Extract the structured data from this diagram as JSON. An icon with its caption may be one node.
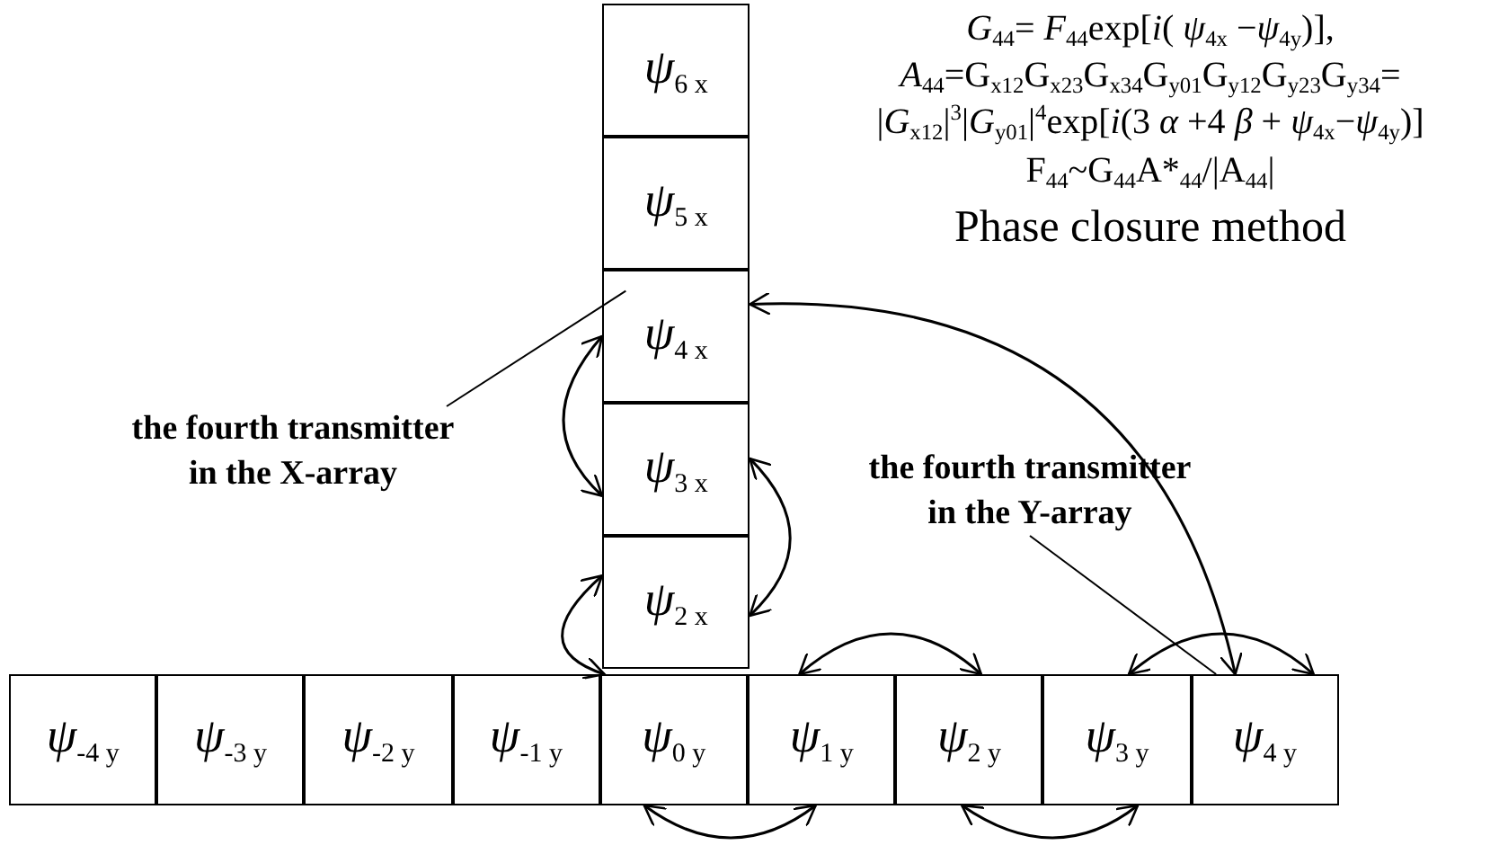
{
  "diagram": {
    "nodes": [
      {
        "text": [
          "*ψ*$_{6 x}$"
        ]
      },
      {
        "text": [
          "*ψ*$_{5 x}$"
        ]
      },
      {
        "text": [
          "*ψ*$_{4 x}$"
        ]
      },
      {
        "text": [
          "*ψ*$_{3 x}$"
        ]
      },
      {
        "text": [
          "*ψ*$_{2 x}$"
        ]
      },
      {
        "text": [
          "*ψ*$_{-4 y}$"
        ]
      },
      {
        "text": [
          "*ψ*$_{-3 y}$"
        ]
      },
      {
        "text": [
          "*ψ*$_{-2 y}$"
        ]
      },
      {
        "text": [
          "*ψ*$_{-1 y}$"
        ]
      },
      {
        "text": [
          "*ψ*$_{0 y}$"
        ]
      },
      {
        "text": [
          "*ψ*$_{1 y}$"
        ]
      },
      {
        "text": [
          "*ψ*$_{2 y}$"
        ]
      },
      {
        "text": [
          "*ψ*$_{3 y}$"
        ]
      },
      {
        "text": [
          "*ψ*$_{4 y}$"
        ]
      },
      {
        "text": [
          "the fourth transmitter in the X-array"
        ]
      },
      {
        "text": [
          "the fourth transmitter in the Y-array"
        ]
      }
    ],
    "edges": [
      {
        "from": 2,
        "to": 3,
        "arrow": "both"
      },
      {
        "from": 4,
        "to": 9,
        "arrow": "both"
      },
      {
        "from": 3,
        "to": 4,
        "arrow": "both"
      },
      {
        "from": 13,
        "to": 2,
        "arrow": "both"
      },
      {
        "from": 10,
        "to": 11,
        "arrow": "both"
      },
      {
        "from": 12,
        "to": 13,
        "arrow": "both"
      },
      {
        "from": 9,
        "to": 10,
        "arrow": "both"
      },
      {
        "from": 11,
        "to": 12,
        "arrow": "both"
      },
      {
        "from": 14,
        "to": 2,
        "arrow": "none"
      },
      {
        "from": 15,
        "to": 13,
        "arrow": "none"
      }
    ],
    "labels": [
      "*G*$_{44}$= *F*$_{44}$exp[*i*( *ψ*$_{4x}$ −*ψ*$_{4y}$)],",
      "*A*$_{44}$=G$_{x12}$G$_{x23}$G$_{x34}$G$_{y01}$G$_{y12}$G$_{y23}$G$_{y34}$=",
      "|*G*$_{x12}$|$^{3}$|*G*$_{y01}$|$^{4}$exp[*i*(3 *α* +4 *β* + *ψ*$_{4x}$−*ψ*$_{4y}$)]",
      "F$_{44}$~G$_{44}$A*$_{44}$/|A$_{44}$|",
      "Phase closure method"
    ]
  }
}
